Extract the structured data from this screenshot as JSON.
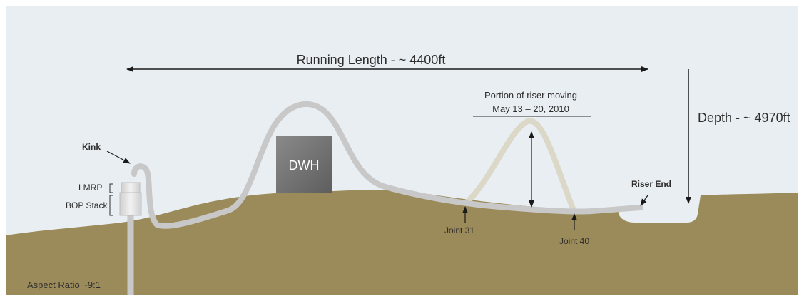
{
  "labels": {
    "running_length": "Running Length - ~ 4400ft",
    "depth": "Depth - ~ 4970ft",
    "portion_line1": "Portion of riser moving",
    "portion_line2": "May 13 – 20, 2010",
    "kink": "Kink",
    "lmrp": "LMRP",
    "bop_stack": "BOP Stack",
    "dwh": "DWH",
    "riser_end": "Riser End",
    "joint_31": "Joint 31",
    "joint_40": "Joint 40",
    "aspect_ratio": "Aspect Ratio ~9:1"
  },
  "colors": {
    "water": "#e9eef2",
    "seabed": "#9b8a5a",
    "riser": "#c8c8c8",
    "riser_moving": "#dcd8c8",
    "dwh_block": "#6f6f6f",
    "bop": "#dedede",
    "text": "#2e2e2e"
  }
}
